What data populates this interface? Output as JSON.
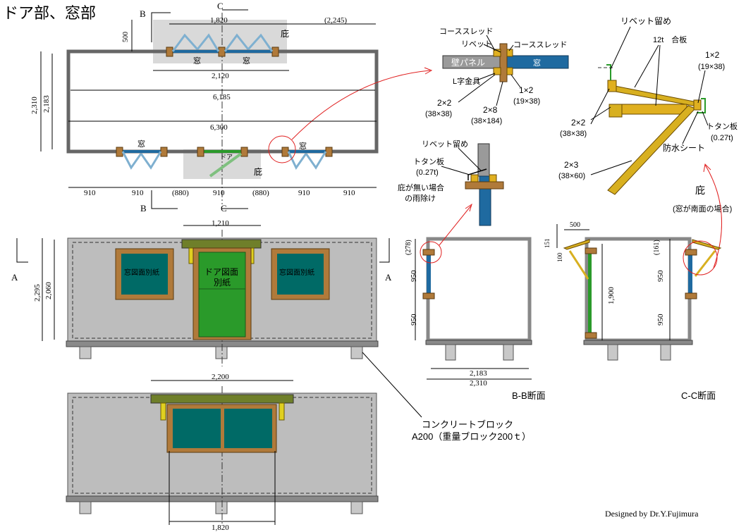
{
  "title": "ドア部、窓部",
  "credit": "Designed by Dr.Y.Fujimura",
  "plan": {
    "label_b": "B",
    "label_c": "C",
    "dims": {
      "top_1820": "1,820",
      "top_2245": "(2,245)",
      "top_500": "500",
      "inner_2120": "2,120",
      "len_6185": "6,185",
      "len_6300": "6,300",
      "h_2310": "2,310",
      "h_2183": "2,183",
      "bottom": [
        "910",
        "910",
        "(880)",
        "910",
        "(880)",
        "910",
        "910"
      ]
    },
    "labels": {
      "window": "窓",
      "eave": "庇",
      "door": "ドア"
    }
  },
  "detail_top": {
    "course_sled_1": "コーススレッド",
    "rivet": "リベット",
    "course_sled_2": "コーススレッド",
    "wall_panel": "壁パネル",
    "window": "窓",
    "l_bracket": "L字金具",
    "s2x2": "2×2",
    "s2x2_mm": "(38×38)",
    "s2x8": "2×8",
    "s2x8_mm": "(38×184)",
    "s1x2": "1×2",
    "s1x2_mm": "(19×38)"
  },
  "detail_mid": {
    "rivet_stop": "リベット留め",
    "tin_plate": "トタン板",
    "tin_t": "(0.27t)",
    "no_eave_1": "庇が無い場合",
    "no_eave_2": "の雨除け"
  },
  "eave_detail": {
    "rivet_stop": "リベット留め",
    "plywood": "12t　合板",
    "s1x2": "1×2",
    "s1x2_mm": "(19×38)",
    "s2x2": "2×2",
    "s2x2_mm": "(38×38)",
    "tin_plate": "トタン板",
    "tin_t": "(0.27t)",
    "waterproof": "防水シート",
    "s2x3": "2×3",
    "s2x3_mm": "(38×60)",
    "eave": "庇",
    "eave_note": "(窓が南面の場合)"
  },
  "elev_a": {
    "label_a": "A",
    "dim_1210": "1,210",
    "dim_2295": "2,295",
    "dim_2060": "2,060",
    "win_left": "窓図面別紙",
    "door_1": "ドア図面",
    "door_2": "別紙",
    "win_right": "窓図面別紙"
  },
  "elev_b": {
    "dim_2200": "2,200",
    "dim_1820": "1,820"
  },
  "block_note": {
    "line1": "コンクリートブロック",
    "line2": "A200（重量ブロック200ｔ）"
  },
  "section_bb": {
    "caption": "B-B断面",
    "d278": "(278)",
    "d950a": "950",
    "d950b": "950",
    "d2183": "2,183",
    "d2310": "2,310"
  },
  "section_cc": {
    "caption": "C-C断面",
    "d500": "500",
    "d151": "151",
    "d100": "100",
    "d1900": "1,900",
    "d161": "(161)",
    "d950a": "950",
    "d950b": "950"
  },
  "colors": {
    "wall_gray": "#bdbdbd",
    "wood": "#b07a3a",
    "window_blue": "#1f6aa0",
    "door_green": "#2a9a2a",
    "glass_teal": "#006a66",
    "eave_olive": "#6f7f2a",
    "accent_red": "#e02020"
  }
}
